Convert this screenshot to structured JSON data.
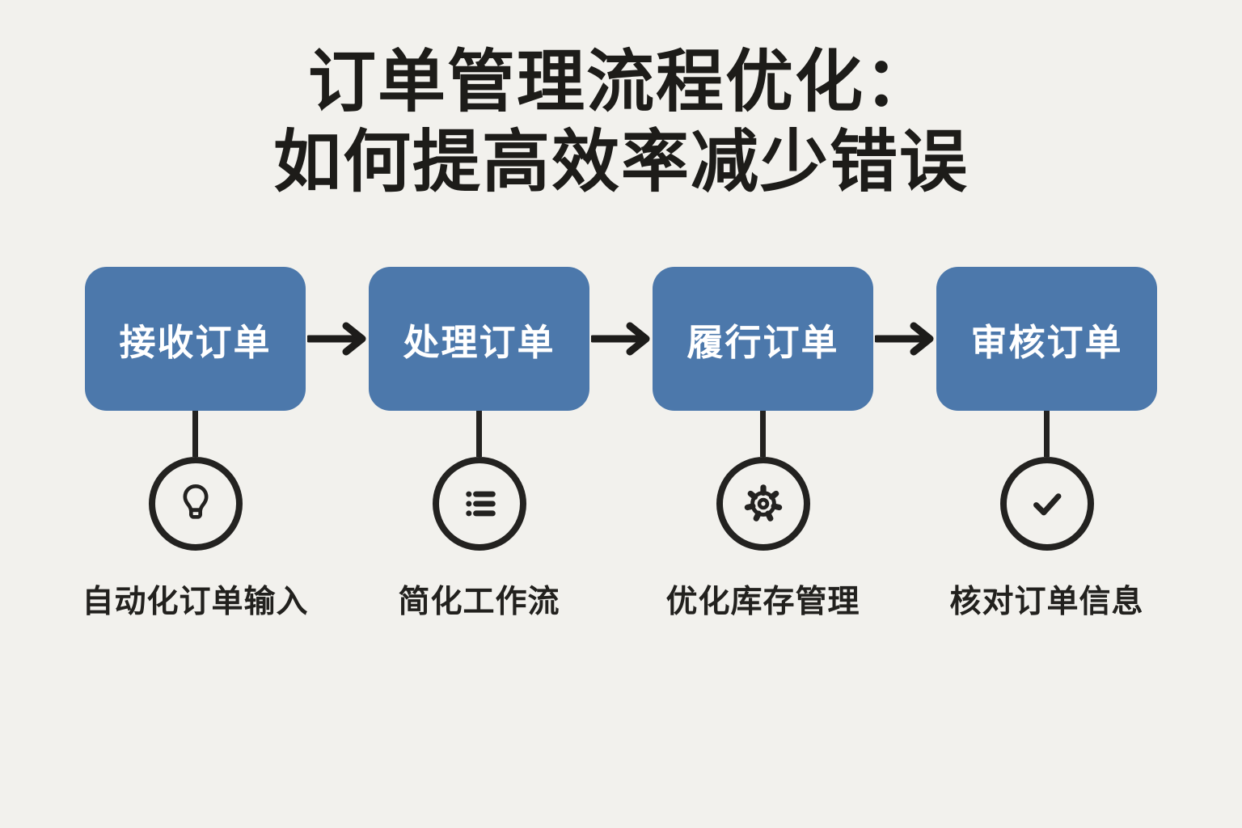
{
  "page": {
    "background": "#f2f1ed",
    "accent_blue": "#4c78ab",
    "ink": "#232220"
  },
  "title": {
    "line1": "订单管理流程优化：",
    "line2": "如何提高效率减少错误"
  },
  "flow": {
    "steps": [
      {
        "box_label": "接收订单",
        "icon": "lightbulb-icon",
        "caption": "自动化订单输入"
      },
      {
        "box_label": "处理订单",
        "icon": "list-icon",
        "caption": "简化工作流"
      },
      {
        "box_label": "履行订单",
        "icon": "gear-icon",
        "caption": "优化库存管理"
      },
      {
        "box_label": "审核订单",
        "icon": "check-icon",
        "caption": "核对订单信息"
      }
    ],
    "arrow_glyph": "right-arrow"
  }
}
